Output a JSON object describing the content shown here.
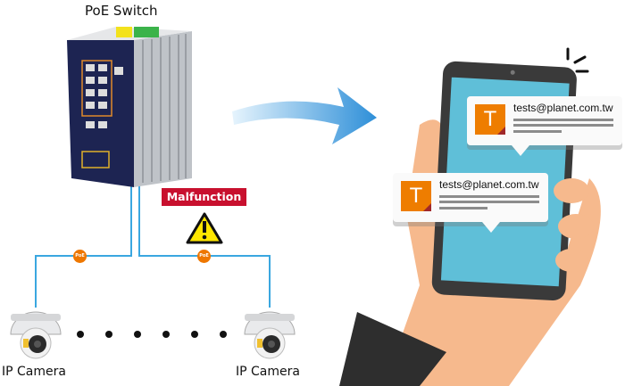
{
  "switch_label": "PoE Switch",
  "alert_label": "Malfunction",
  "poe_badge": "PoE",
  "camera_labels": [
    "IP Camera",
    "IP Camera"
  ],
  "notifications": [
    {
      "avatar": "T",
      "email": "tests@planet.com.tw"
    },
    {
      "avatar": "T",
      "email": "tests@planet.com.tw"
    }
  ],
  "colors": {
    "cable": "#3aa7e0",
    "alert": "#c8102e",
    "poe": "#ee7700",
    "screen": "#5fbfd8",
    "avatar": "#ee7d00"
  }
}
